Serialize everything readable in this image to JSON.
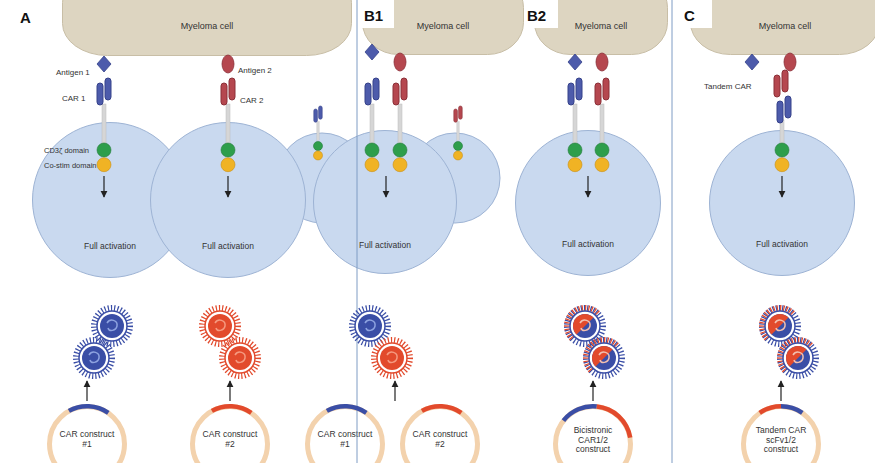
{
  "diagram": {
    "nodes": [
      {
        "text": [
          "Myeloma cell"
        ]
      },
      {
        "text": [
          "Myeloma cell"
        ]
      },
      {
        "text": [
          "Myeloma cell"
        ]
      },
      {
        "text": [
          "Myeloma cell"
        ]
      },
      {
        "text": [
          "Full activation"
        ]
      },
      {
        "text": [
          "Full activation"
        ]
      },
      {
        "text": [
          "Full activation"
        ]
      },
      {
        "text": [
          "Full activation"
        ]
      },
      {
        "text": [
          "Full activation"
        ]
      },
      {
        "text": [
          "CAR construct #1"
        ]
      },
      {
        "text": [
          "CAR construct #2"
        ]
      },
      {
        "text": [
          "CAR construct #1"
        ]
      },
      {
        "text": [
          "CAR construct #2"
        ]
      },
      {
        "text": [
          "Bicistronic CAR1/2 construct"
        ]
      },
      {
        "text": [
          "Tandem CAR scFv1/2 construct"
        ]
      }
    ],
    "labels": [
      "A",
      "Antigen 1",
      "Antigen 2",
      "CAR 1",
      "CAR 2",
      "CD3ζ domain",
      "Co-stim domain",
      "B1",
      "B2",
      "C",
      "Tandem CAR"
    ]
  }
}
